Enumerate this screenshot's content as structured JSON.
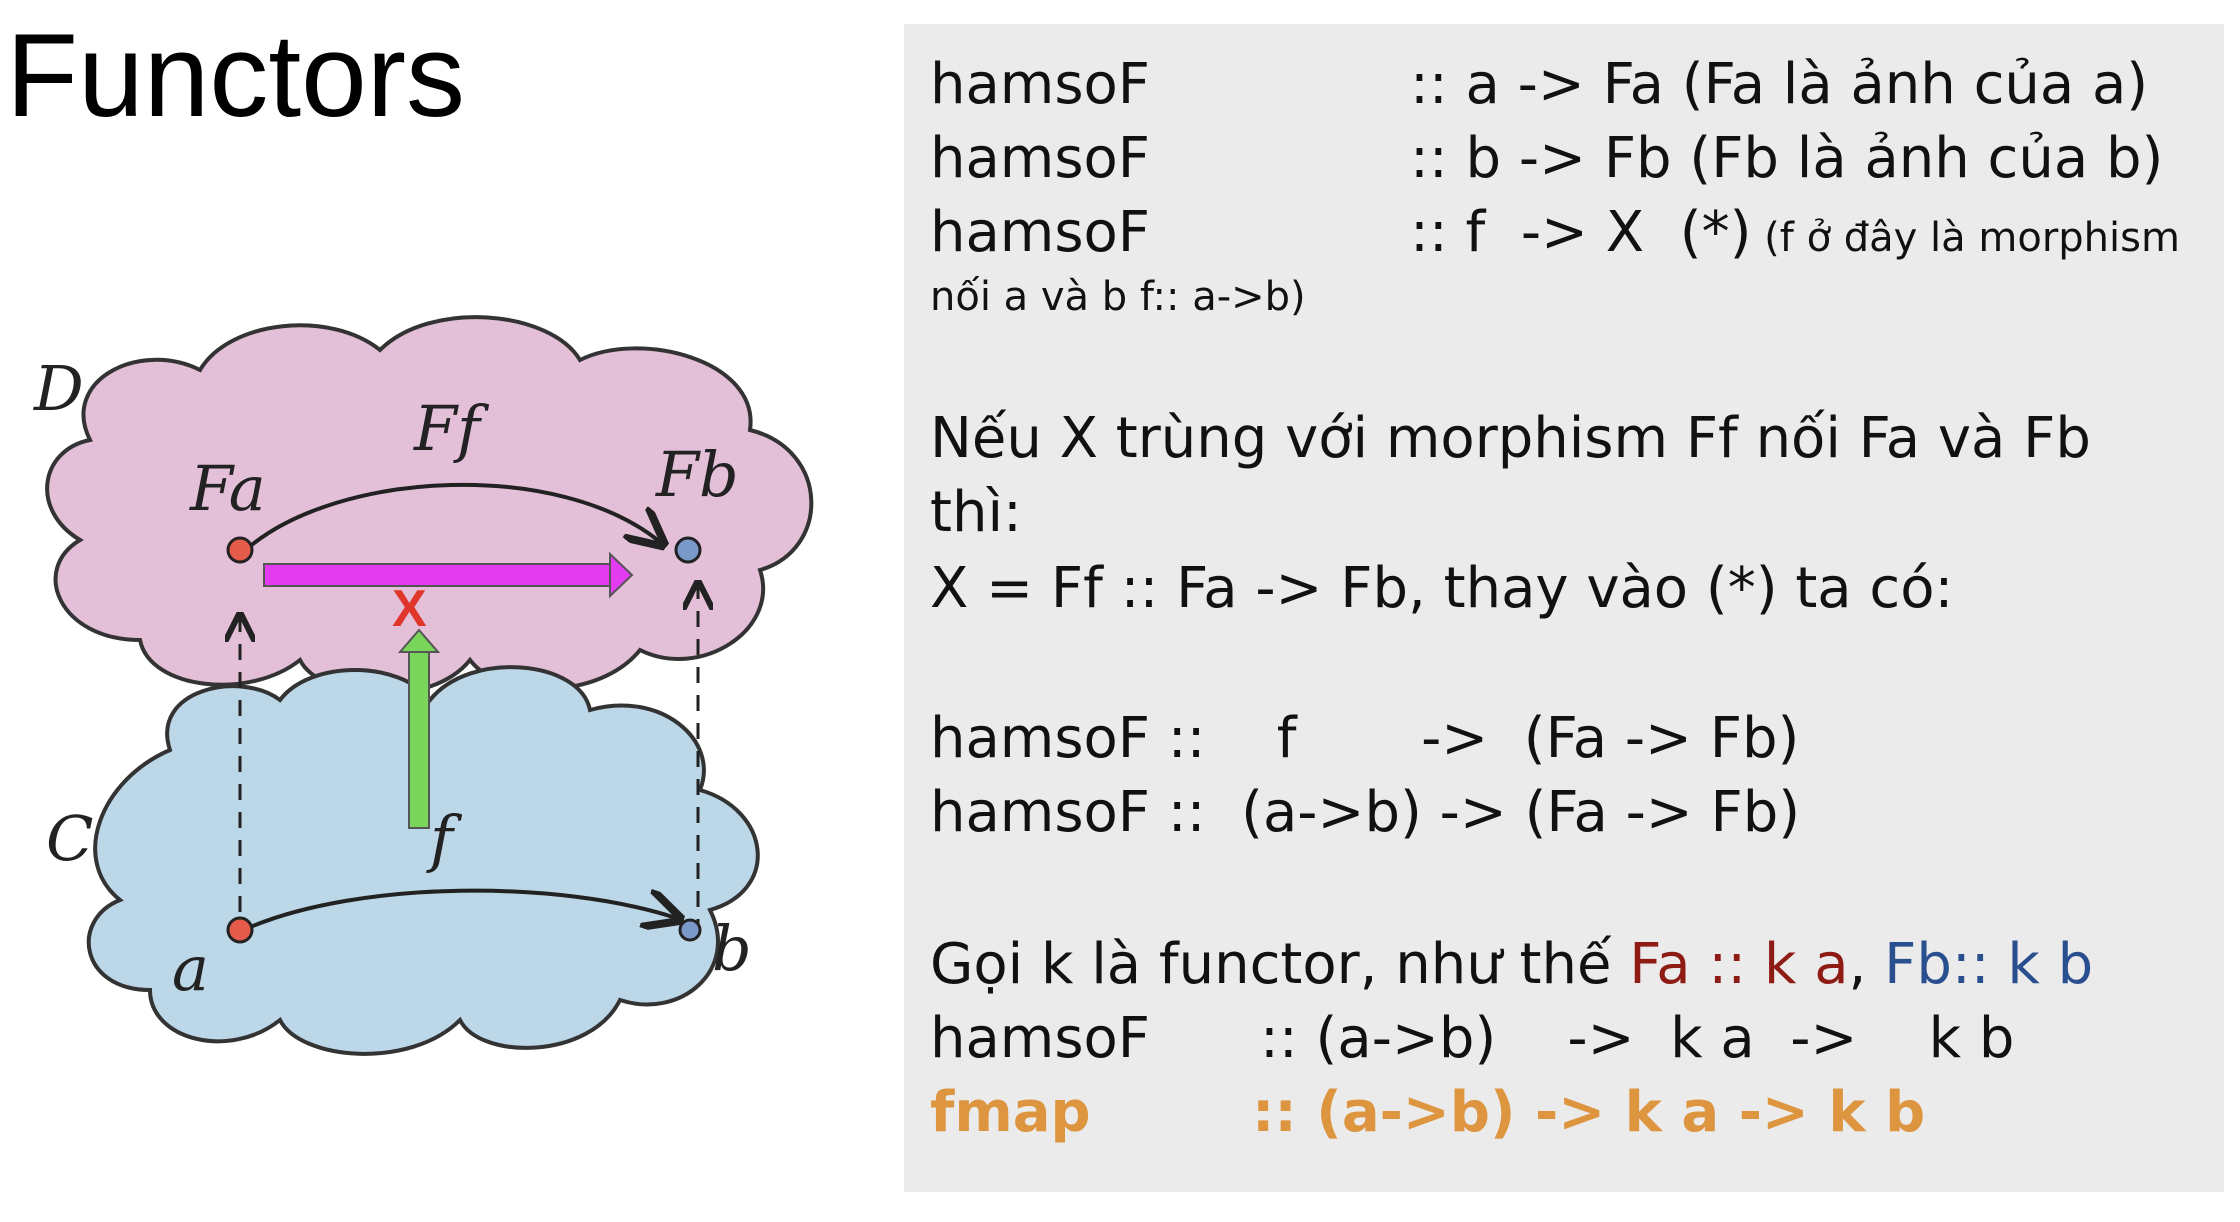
{
  "title": "Functors",
  "diagram": {
    "cloud_D_label": "D",
    "cloud_C_label": "C",
    "node_Fa": "Fa",
    "node_Fb": "Fb",
    "node_a": "a",
    "node_b": "b",
    "arrow_Ff": "Ff",
    "arrow_f": "f",
    "x_label": "X"
  },
  "panel": {
    "l1_name": "hamsoF",
    "l1_sig": ":: a -> Fa (Fa là ảnh của a)",
    "l2_name": "hamsoF",
    "l2_sig": ":: b -> Fb (Fb là ảnh của b)",
    "l3_name": "hamsoF",
    "l3_sig": ":: f  -> X  (*)",
    "l3_note": " (f ở đây là morphism",
    "l4": "nối a và b f:: a->b)",
    "l5": "Nếu X trùng với morphism Ff nối Fa và Fb",
    "l6": "thì:",
    "l7": "X = Ff :: Fa -> Fb, thay vào (*) ta có:",
    "l8": "hamsoF ::    f       ->  (Fa -> Fb)",
    "l9": "hamsoF ::  (a->b) -> (Fa -> Fb)",
    "l10_a": "Gọi k là functor, như thế ",
    "l10_b": "Fa :: k a",
    "l10_c": ", ",
    "l10_d": "Fb:: k b",
    "l11_name": "hamsoF",
    "l11_sig": ":: (a->b)    ->  k a  ->    k b",
    "l12_name": "fmap",
    "l12_sig": ":: (a->b) -> k a -> k b"
  },
  "colors": {
    "panel_bg": "#ebebeb",
    "cloud_D": "#e3bfd8",
    "cloud_C": "#bcd7e8",
    "x_arrow": "#e33cf0",
    "f_arrow": "#7ad65a",
    "x_label": "#e0352a",
    "red_text": "#8e1b14",
    "blue_text": "#2a4f8f",
    "orange_text": "#dd9540"
  }
}
